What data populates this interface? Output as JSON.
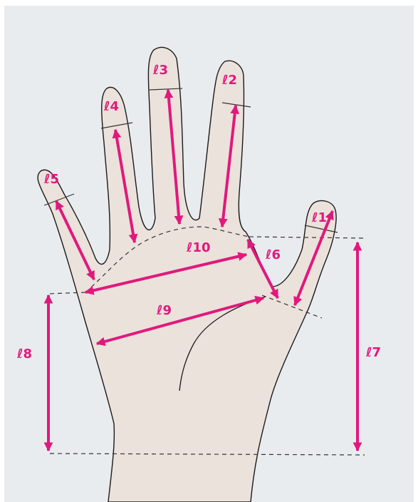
{
  "colors": {
    "background": "#e9ecef",
    "skin": "#ebe2db",
    "outline": "#1a1a1a",
    "arrow": "#e0197d",
    "guide": "#333333"
  },
  "labels": {
    "l1": "ℓ1",
    "l2": "ℓ2",
    "l3": "ℓ3",
    "l4": "ℓ4",
    "l5": "ℓ5",
    "l6": "ℓ6",
    "l7": "ℓ7",
    "l8": "ℓ8",
    "l9": "ℓ9",
    "l10": "ℓ10"
  }
}
